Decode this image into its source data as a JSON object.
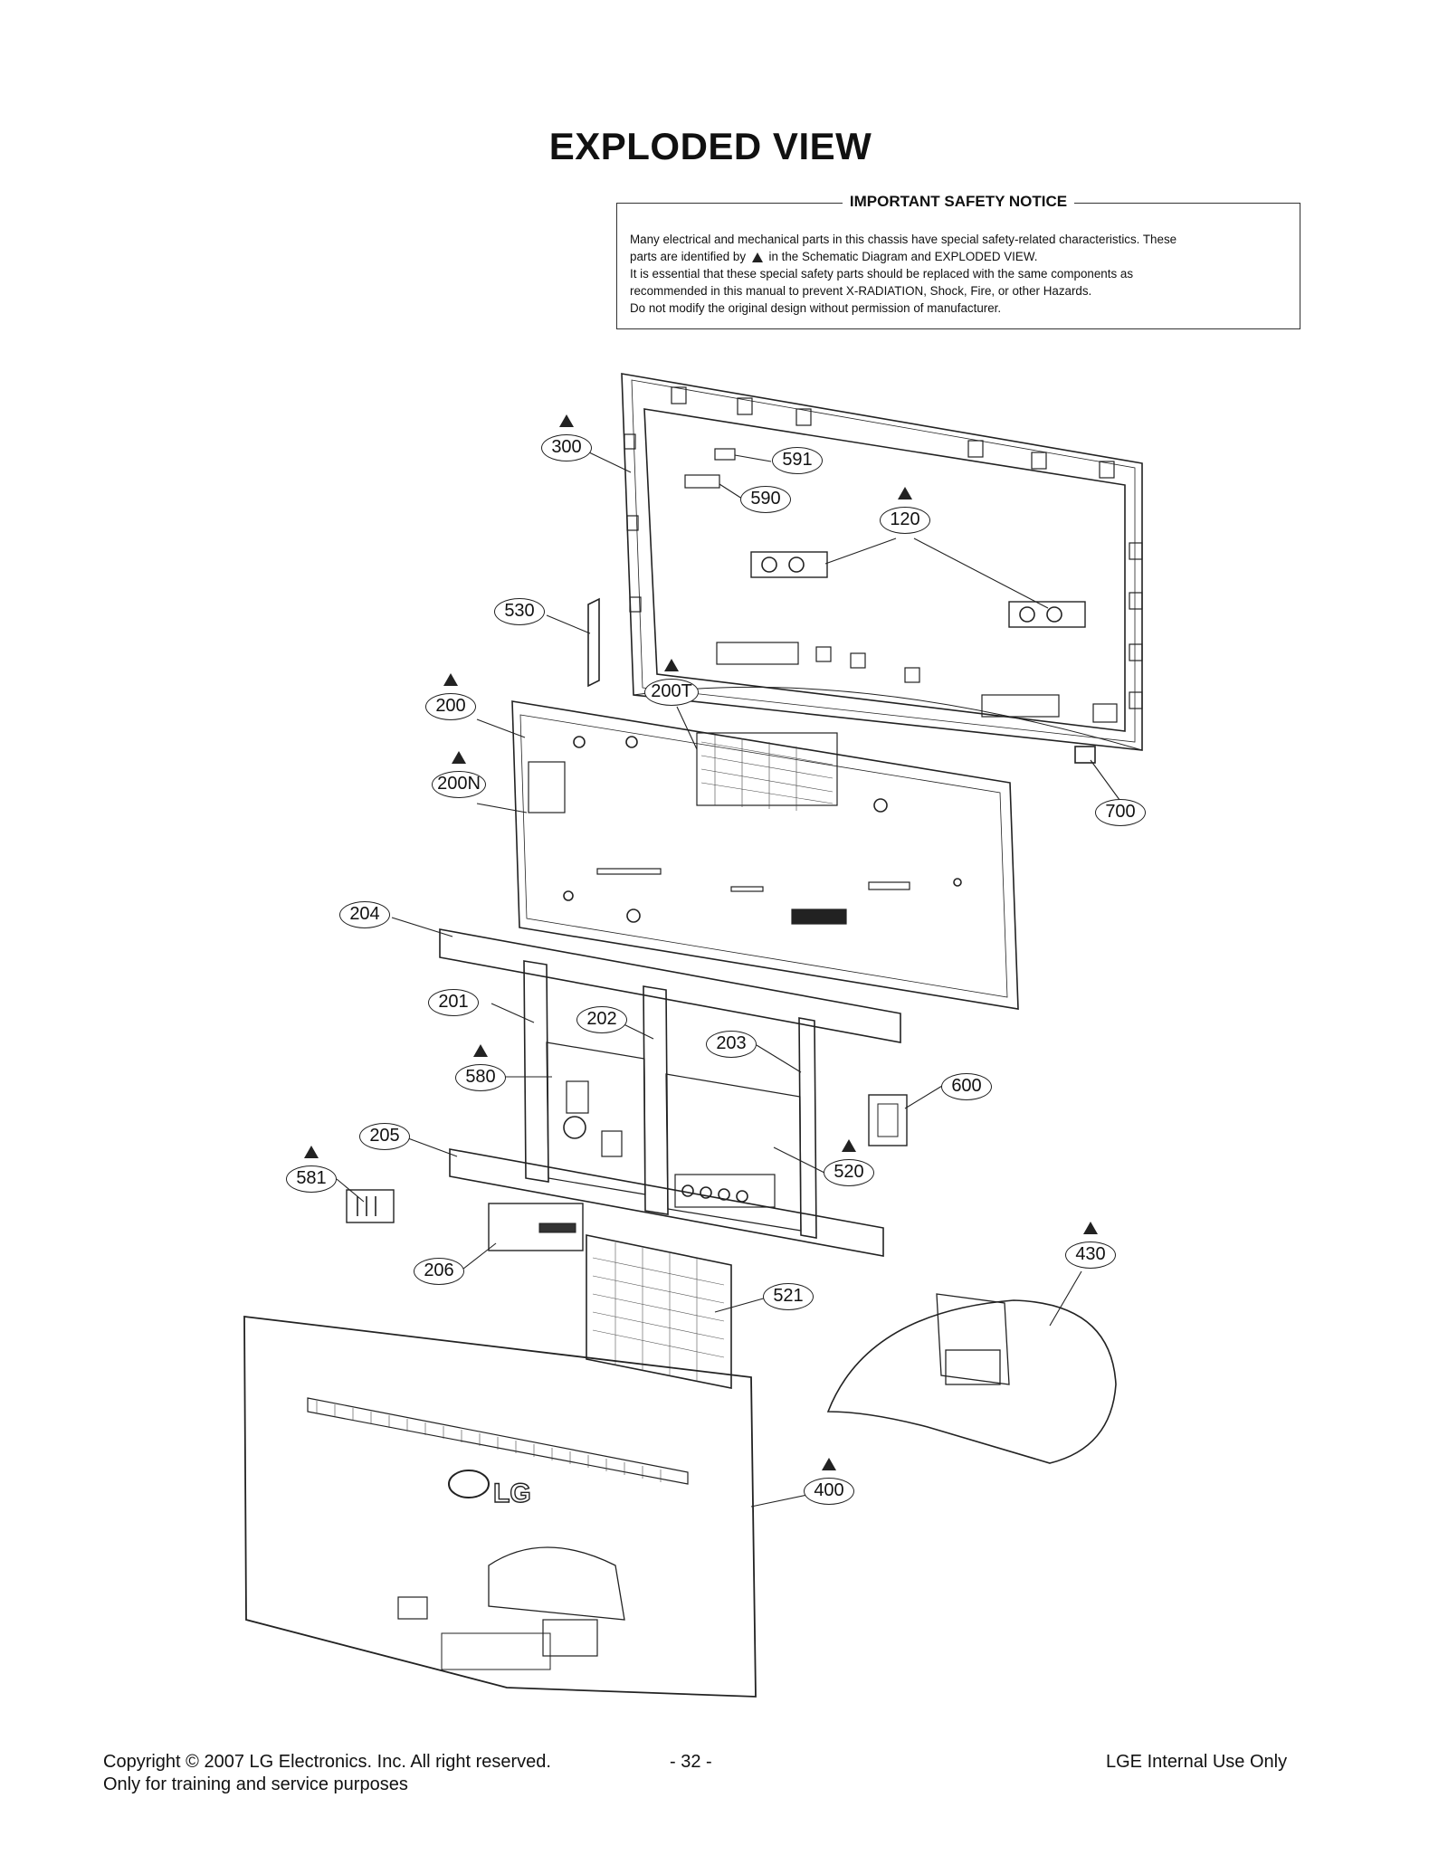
{
  "page_title": "EXPLODED VIEW",
  "notice": {
    "heading": "IMPORTANT SAFETY NOTICE",
    "line1": "Many electrical and mechanical parts in this chassis have special safety-related characteristics. These",
    "line2_pre": "parts are identified by",
    "line2_post": "in the Schematic Diagram and EXPLODED VIEW.",
    "line3": "It is essential that these special safety parts should be replaced with the same components as",
    "line4": "recommended in this manual to prevent X-RADIATION, Shock, Fire, or other Hazards.",
    "line5": "Do not modify the original design without permission of manufacturer."
  },
  "parts": [
    {
      "id": "300",
      "warn": true
    },
    {
      "id": "591",
      "warn": false
    },
    {
      "id": "590",
      "warn": false
    },
    {
      "id": "120",
      "warn": true
    },
    {
      "id": "530",
      "warn": false
    },
    {
      "id": "200",
      "warn": true
    },
    {
      "id": "200T",
      "warn": true
    },
    {
      "id": "200N",
      "warn": true
    },
    {
      "id": "700",
      "warn": false
    },
    {
      "id": "204",
      "warn": false
    },
    {
      "id": "201",
      "warn": false
    },
    {
      "id": "202",
      "warn": false
    },
    {
      "id": "203",
      "warn": false
    },
    {
      "id": "580",
      "warn": true
    },
    {
      "id": "600",
      "warn": false
    },
    {
      "id": "205",
      "warn": false
    },
    {
      "id": "581",
      "warn": true
    },
    {
      "id": "520",
      "warn": true
    },
    {
      "id": "206",
      "warn": false
    },
    {
      "id": "430",
      "warn": true
    },
    {
      "id": "521",
      "warn": false
    },
    {
      "id": "400",
      "warn": true
    }
  ],
  "logo_text": "LG",
  "footer": {
    "copyright": "Copyright © 2007 LG Electronics. Inc. All right reserved.",
    "purpose": "Only for training and service purposes",
    "page_number": "- 32 -",
    "usage": "LGE Internal Use Only"
  }
}
